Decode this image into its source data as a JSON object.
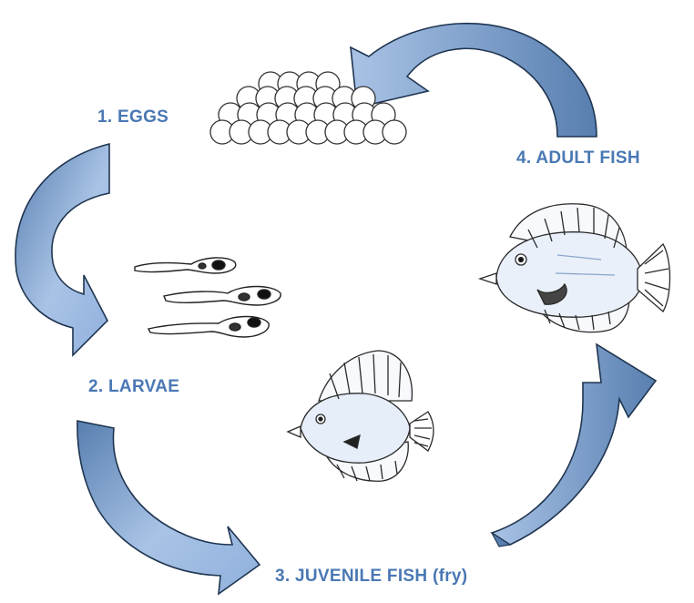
{
  "diagram": {
    "stages": [
      {
        "label": "1. EGGS"
      },
      {
        "label": "2. LARVAE"
      },
      {
        "label": "3.  JUVENILE FISH (fry)"
      },
      {
        "label": "4.  ADULT FISH"
      }
    ],
    "colors": {
      "label": "#4a78b4",
      "arrow_fill_light": "#a9c3e6",
      "arrow_fill_dark": "#587fb0",
      "arrow_stroke": "#1f3550",
      "drawing_stroke": "#2a2a2a"
    },
    "icons": [
      "eggs-icon",
      "larva-icon",
      "juvenile-fish-icon",
      "adult-fish-icon",
      "cycle-arrow-icon"
    ]
  }
}
